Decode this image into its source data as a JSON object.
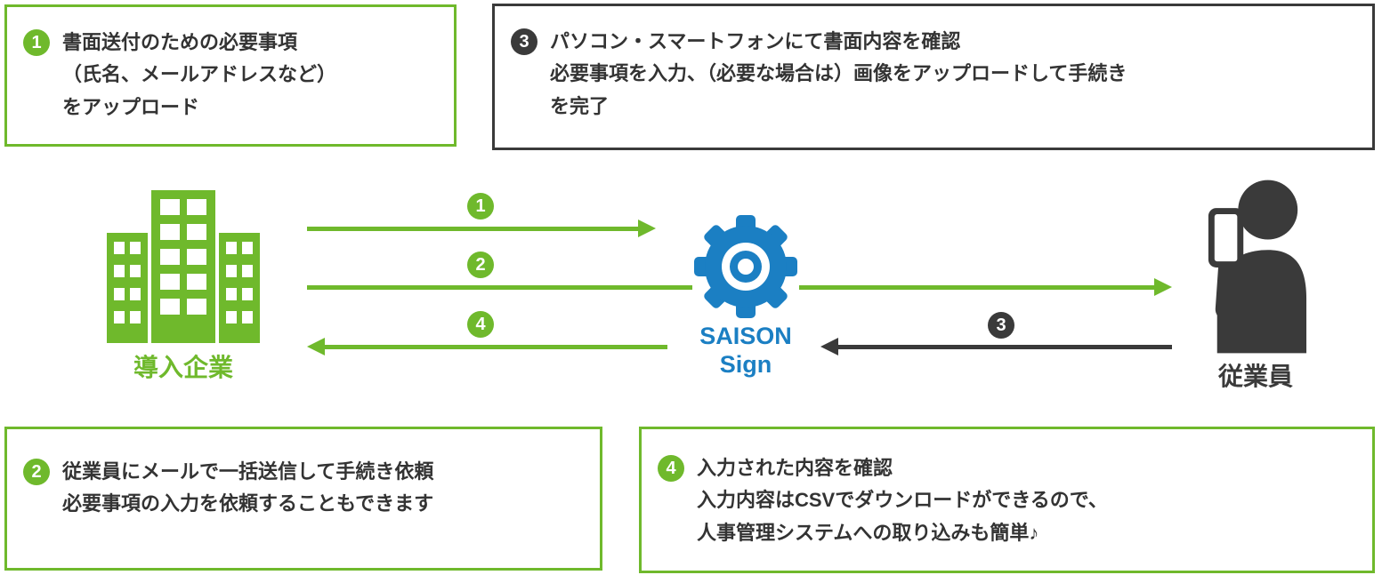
{
  "colors": {
    "green": "#6fb92c",
    "blue": "#1b7fc3",
    "dark": "#3a3a3a",
    "text": "#333333"
  },
  "boxes": {
    "step1": {
      "number": "1",
      "lines": [
        "書面送付のための必要事項",
        "（氏名、メールアドレスなど）",
        "をアップロード"
      ]
    },
    "step3": {
      "number": "3",
      "lines": [
        "パソコン・スマートフォンにて書面内容を確認",
        "必要事項を入力、（必要な場合は）画像をアップロードして手続き",
        "を完了"
      ]
    },
    "step2": {
      "number": "2",
      "lines": [
        "従業員にメールで一括送信して手続き依頼",
        "必要事項の入力を依頼することもできます"
      ]
    },
    "step4": {
      "number": "4",
      "lines": [
        "入力された内容を確認",
        "入力内容はCSVでダウンロードができるので、",
        "人事管理システムへの取り込みも簡単♪"
      ]
    }
  },
  "actors": {
    "company": {
      "label": "導入企業"
    },
    "service": {
      "name_line1": "SAISON",
      "name_line2": "Sign"
    },
    "employee": {
      "label": "従業員"
    }
  },
  "arrow_badges": {
    "arrow1": "1",
    "arrow2": "2",
    "arrow3": "3",
    "arrow4": "4"
  },
  "icons": {
    "company": "office-building-icon",
    "service": "gear-icon",
    "employee": "person-holding-phone-icon"
  }
}
